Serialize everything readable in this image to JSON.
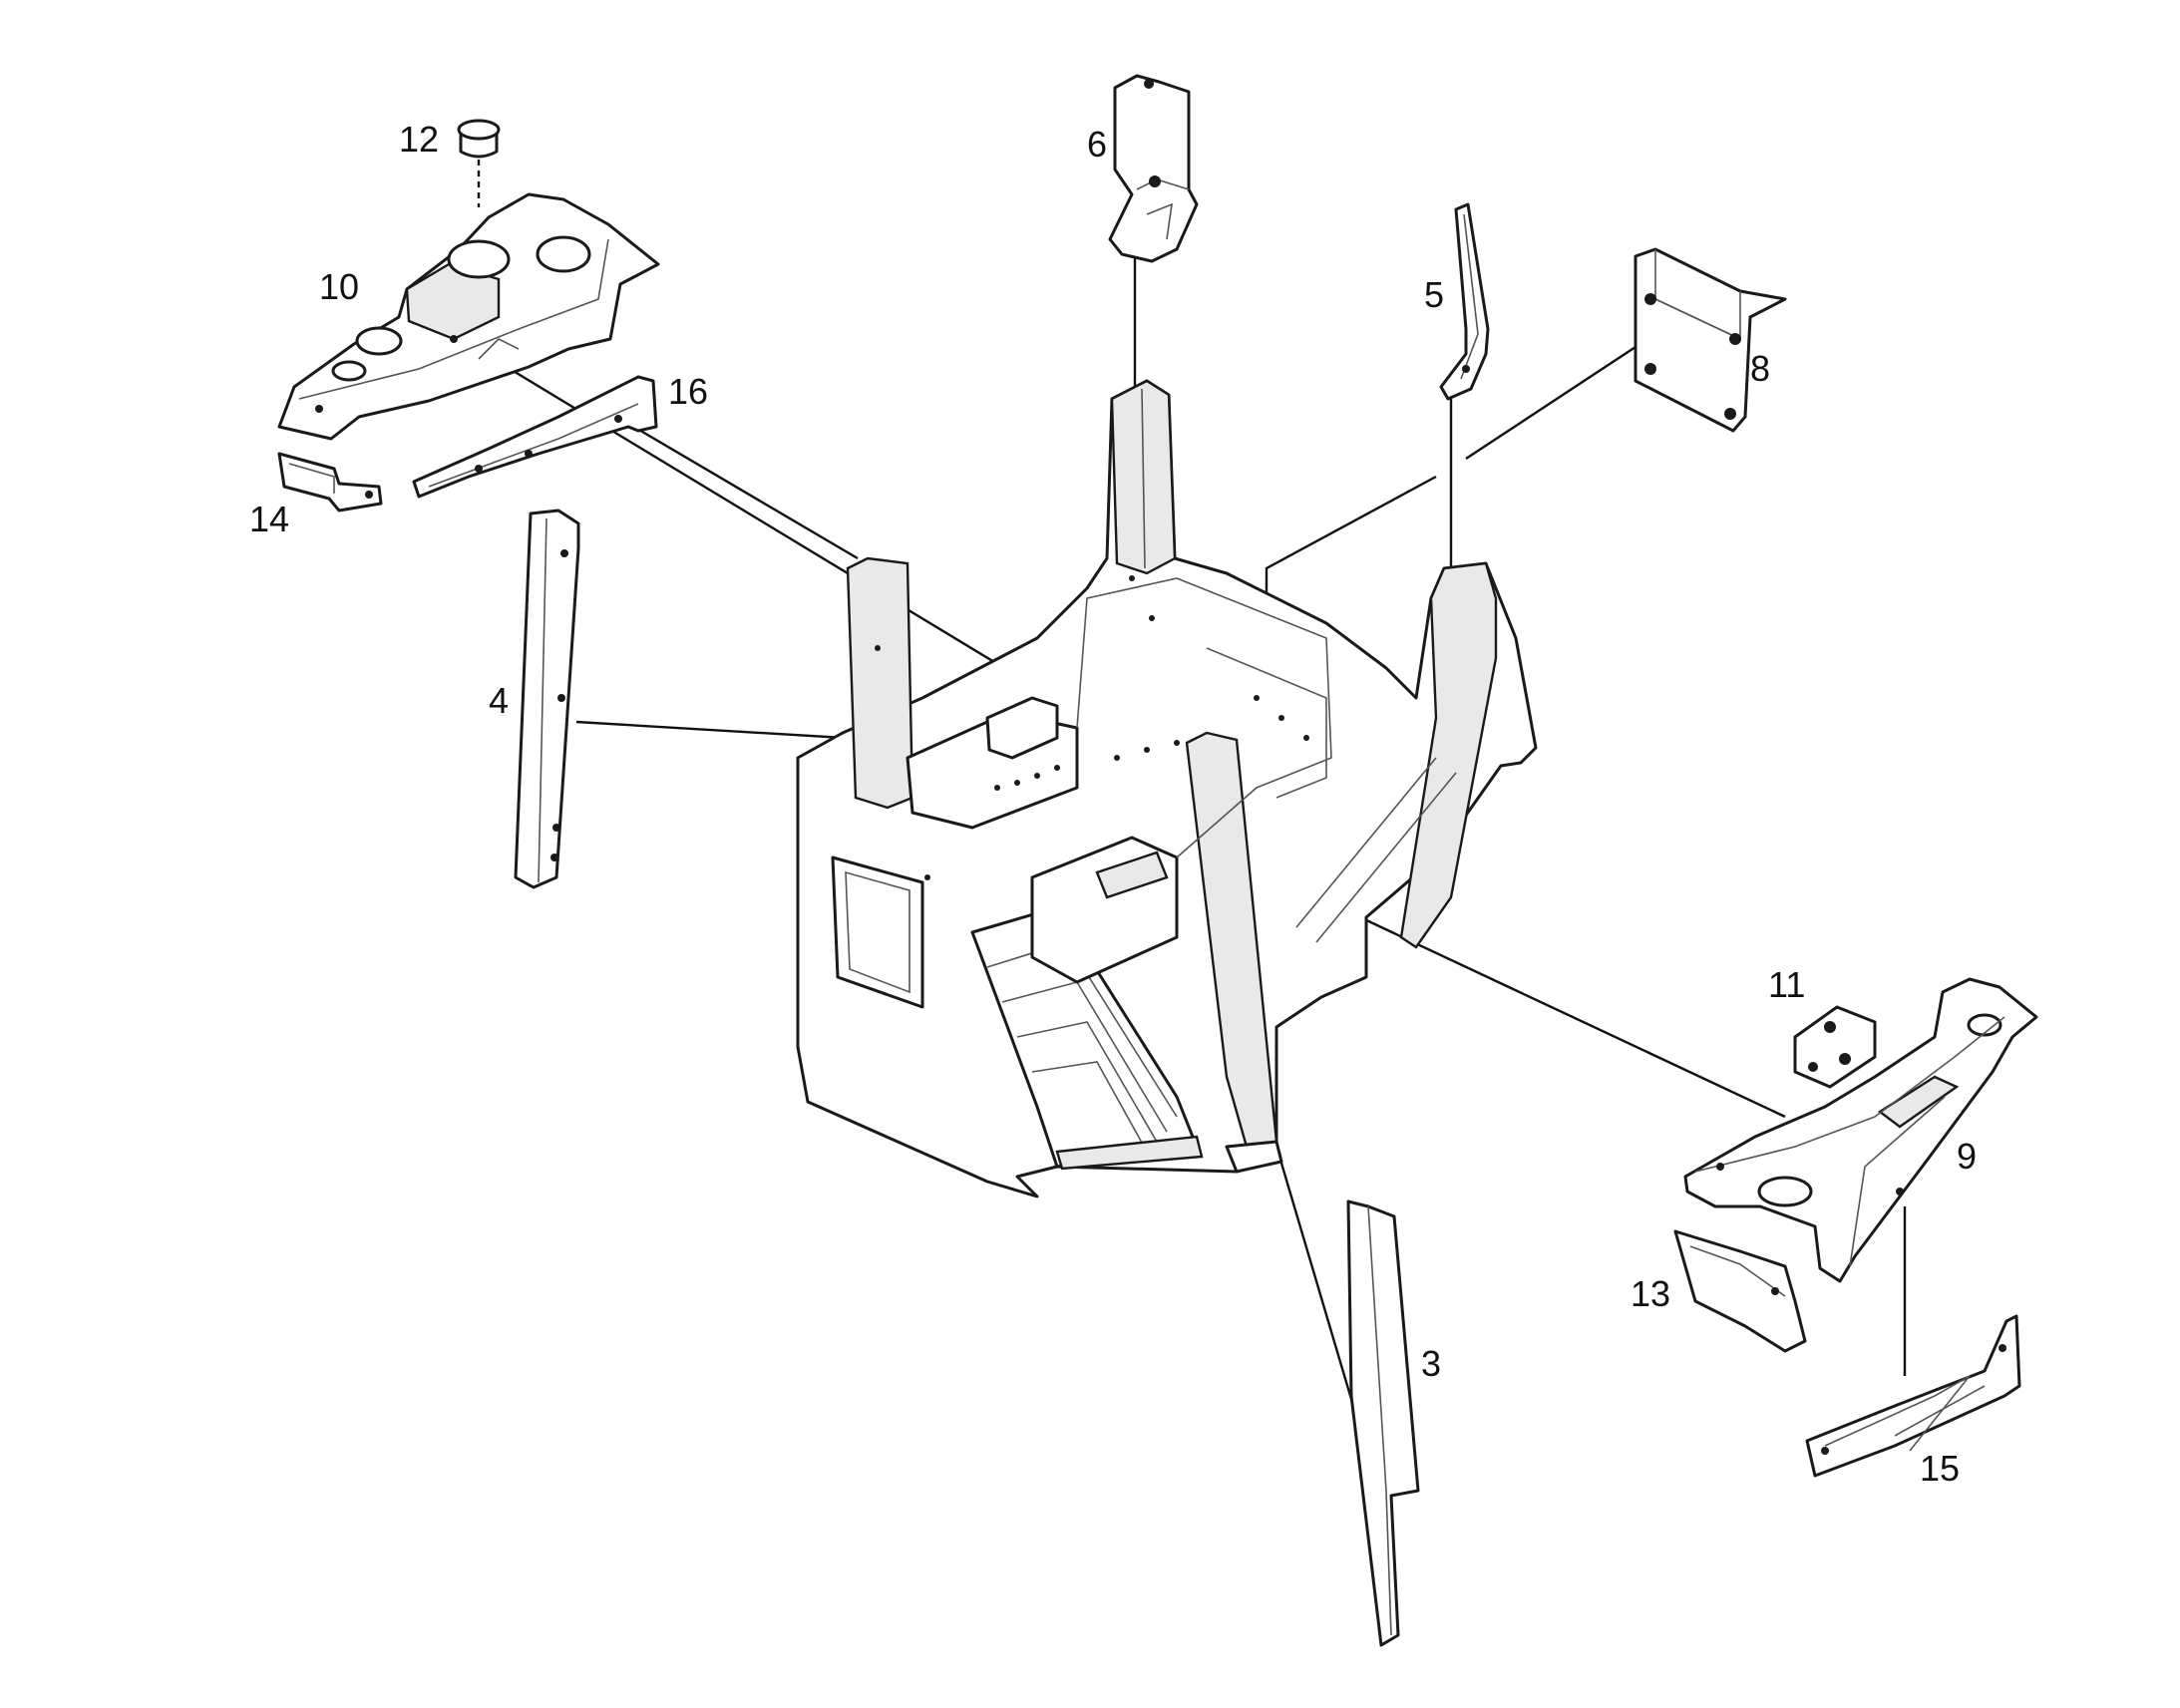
{
  "callouts": [
    {
      "id": "c3",
      "text": "3"
    },
    {
      "id": "c4",
      "text": "4"
    },
    {
      "id": "c5",
      "text": "5"
    },
    {
      "id": "c6",
      "text": "6"
    },
    {
      "id": "c8",
      "text": "8"
    },
    {
      "id": "c9",
      "text": "9"
    },
    {
      "id": "c10",
      "text": "10"
    },
    {
      "id": "c11",
      "text": "11"
    },
    {
      "id": "c12",
      "text": "12"
    },
    {
      "id": "c13",
      "text": "13"
    },
    {
      "id": "c14",
      "text": "14"
    },
    {
      "id": "c15",
      "text": "15"
    },
    {
      "id": "c16",
      "text": "16"
    }
  ]
}
